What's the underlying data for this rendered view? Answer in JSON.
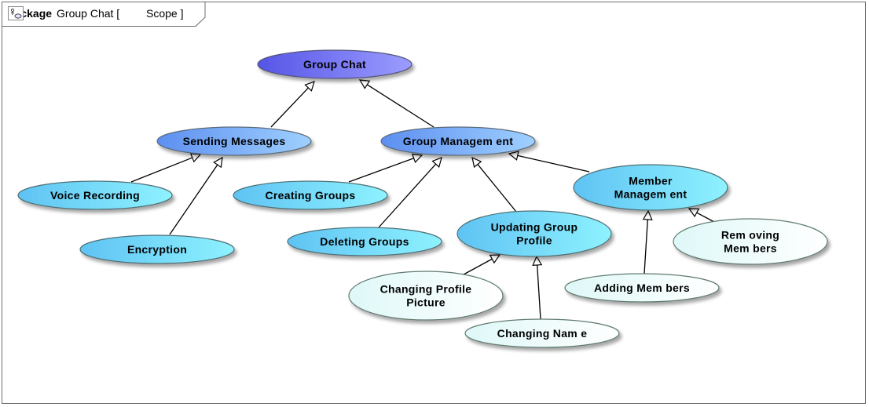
{
  "header": {
    "keyword": "package",
    "name": "Group Chat [",
    "scope_label": "Scope",
    "close_bracket": "]",
    "scope_icon": "package-scope-icon"
  },
  "colors": {
    "root_fill_start": "#5555e6",
    "root_fill_end": "#9c9cff",
    "level1_fill_start": "#5d8ff0",
    "level1_fill_end": "#9fd0ff",
    "leaf_fill_start": "#5fc3f3",
    "leaf_fill_end": "#8ef2ff",
    "pale_fill_start": "#dff8f8",
    "pale_fill_end": "#ffffff",
    "edge": "#000000"
  },
  "nodes": [
    {
      "id": "group-chat",
      "lines": [
        "Group Chat"
      ],
      "style": "root"
    },
    {
      "id": "sending-messages",
      "lines": [
        "Sending Messages"
      ],
      "style": "level1"
    },
    {
      "id": "group-management",
      "lines": [
        "Group Managem ent"
      ],
      "style": "level1"
    },
    {
      "id": "voice-recording",
      "lines": [
        "Voice Recording"
      ],
      "style": "leaf"
    },
    {
      "id": "encryption",
      "lines": [
        "Encryption"
      ],
      "style": "leaf"
    },
    {
      "id": "creating-groups",
      "lines": [
        "Creating Groups"
      ],
      "style": "leaf"
    },
    {
      "id": "deleting-groups",
      "lines": [
        "Deleting Groups"
      ],
      "style": "leaf"
    },
    {
      "id": "updating-group-profile",
      "lines": [
        "Updating Group",
        "Profile"
      ],
      "style": "leaf"
    },
    {
      "id": "member-management",
      "lines": [
        "Member",
        "Managem ent"
      ],
      "style": "leaf"
    },
    {
      "id": "changing-profile-picture",
      "lines": [
        "Changing Profile",
        "Picture"
      ],
      "style": "pale"
    },
    {
      "id": "changing-name",
      "lines": [
        "Changing Nam e"
      ],
      "style": "pale"
    },
    {
      "id": "adding-members",
      "lines": [
        "Adding Mem bers"
      ],
      "style": "pale"
    },
    {
      "id": "removing-members",
      "lines": [
        "Rem oving",
        "Mem bers"
      ],
      "style": "pale"
    }
  ],
  "edges": [
    {
      "from": "sending-messages",
      "to": "group-chat"
    },
    {
      "from": "group-management",
      "to": "group-chat"
    },
    {
      "from": "voice-recording",
      "to": "sending-messages"
    },
    {
      "from": "encryption",
      "to": "sending-messages"
    },
    {
      "from": "creating-groups",
      "to": "group-management"
    },
    {
      "from": "deleting-groups",
      "to": "group-management"
    },
    {
      "from": "updating-group-profile",
      "to": "group-management"
    },
    {
      "from": "member-management",
      "to": "group-management"
    },
    {
      "from": "changing-profile-picture",
      "to": "updating-group-profile"
    },
    {
      "from": "changing-name",
      "to": "updating-group-profile"
    },
    {
      "from": "adding-members",
      "to": "member-management"
    },
    {
      "from": "removing-members",
      "to": "member-management"
    }
  ]
}
